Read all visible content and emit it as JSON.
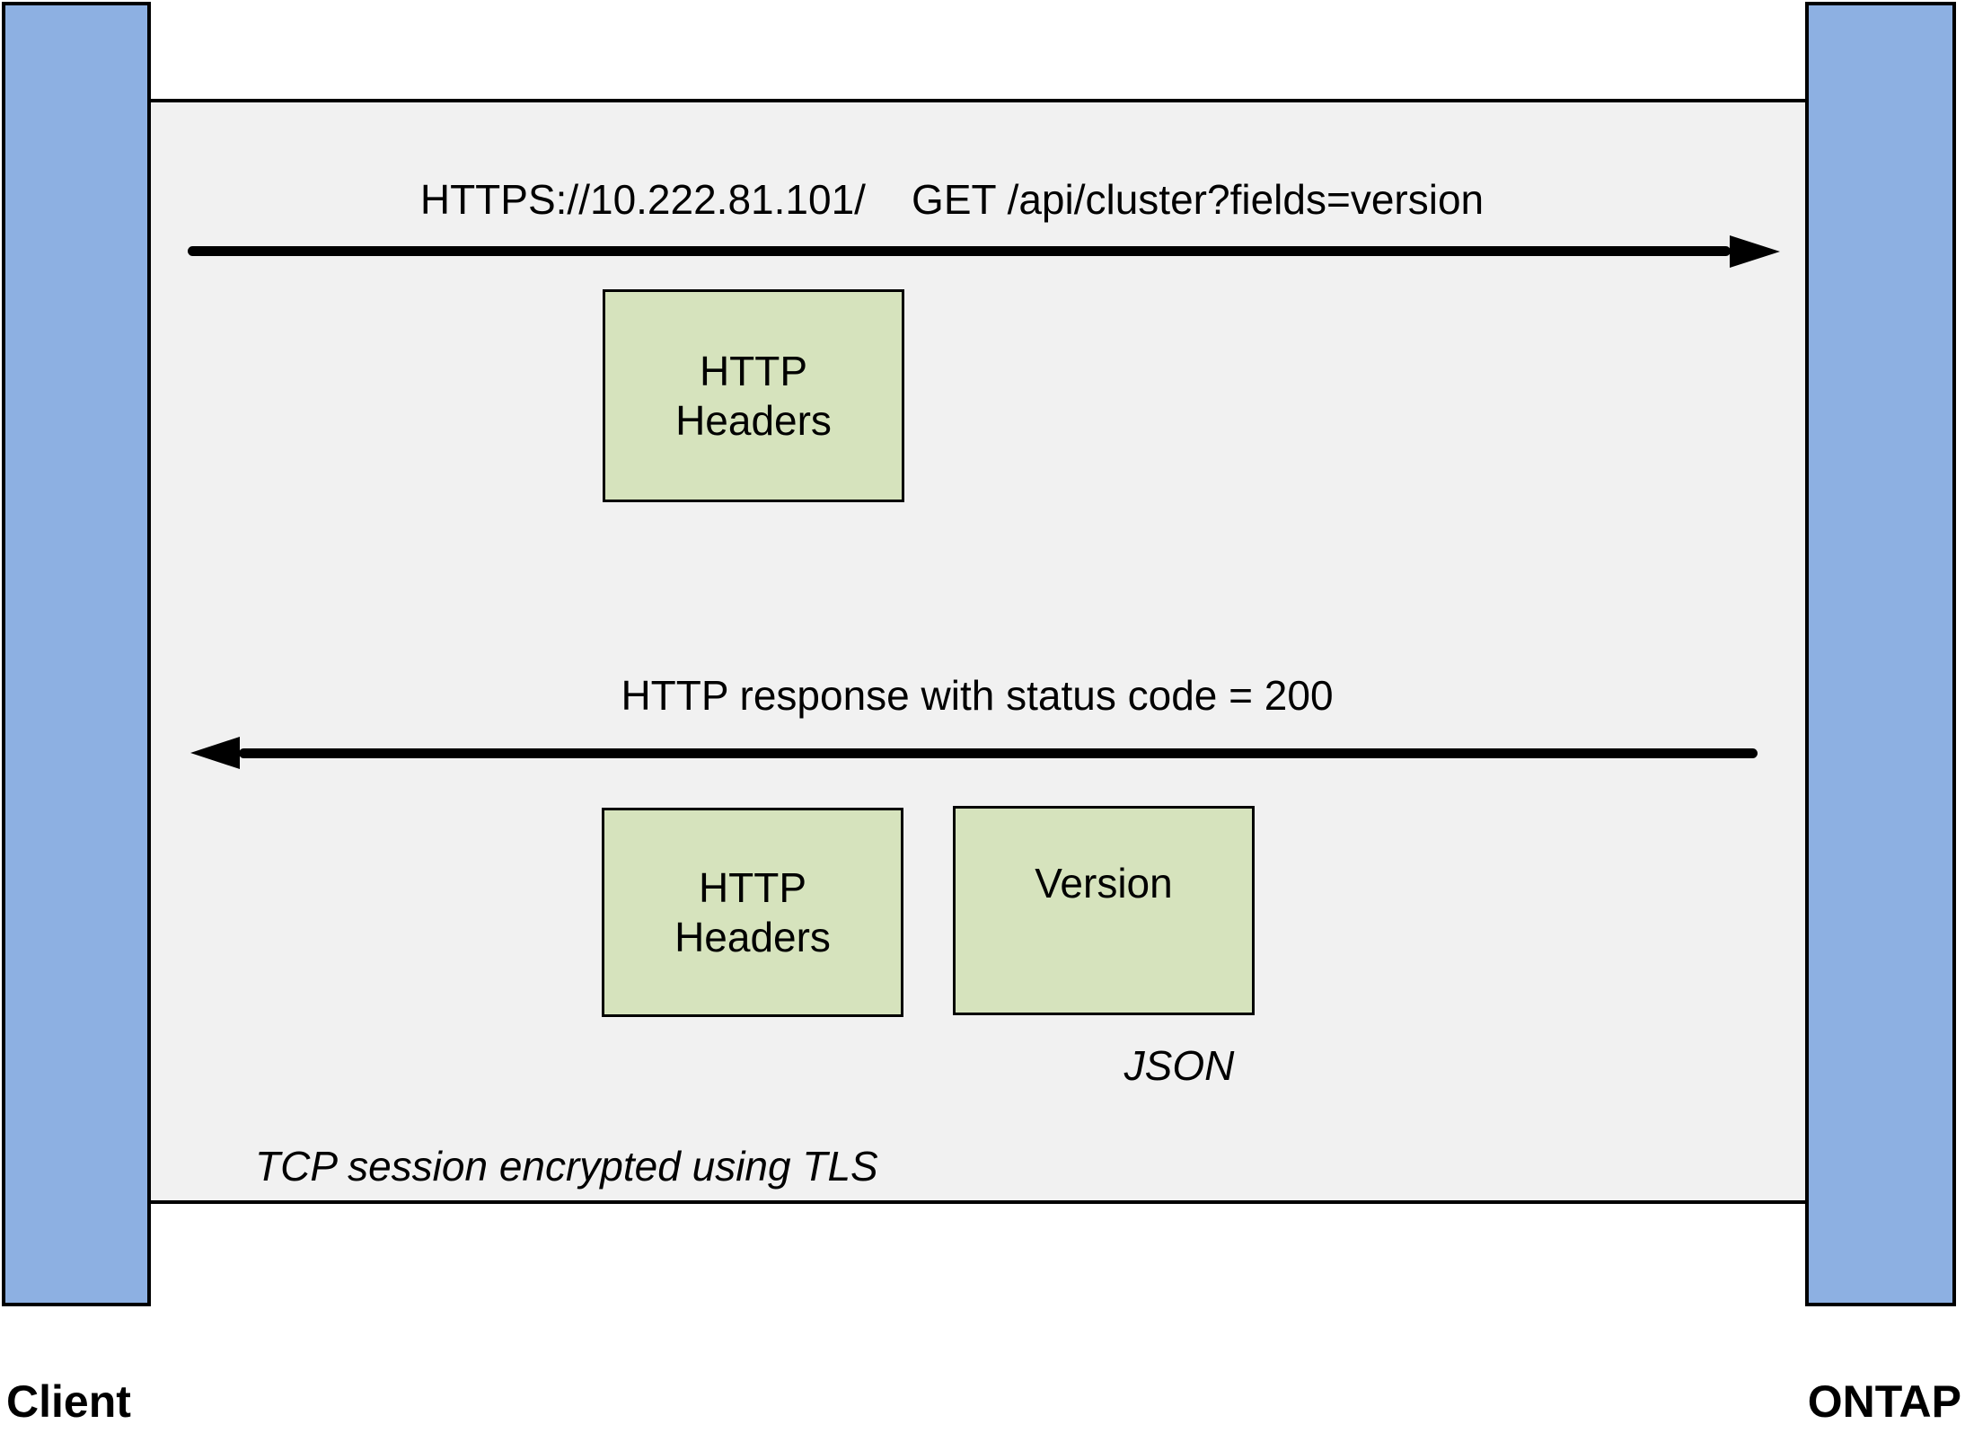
{
  "entities": {
    "client_label": "Client",
    "ontap_label": "ONTAP"
  },
  "request": {
    "label": "HTTPS://10.222.81.101/    GET /api/cluster?fields=version",
    "headers_box_label": "HTTP\nHeaders"
  },
  "response": {
    "label": "HTTP response with status code = 200",
    "headers_box_label": "HTTP\nHeaders",
    "version_box_label": "Version",
    "format_note": "JSON"
  },
  "session": {
    "note": "TCP session encrypted using TLS"
  },
  "colors": {
    "lifeline_fill": "#8DB0E2",
    "box_fill": "#D6E3BD",
    "session_fill": "#F1F1F1",
    "arrow": "#000000"
  }
}
